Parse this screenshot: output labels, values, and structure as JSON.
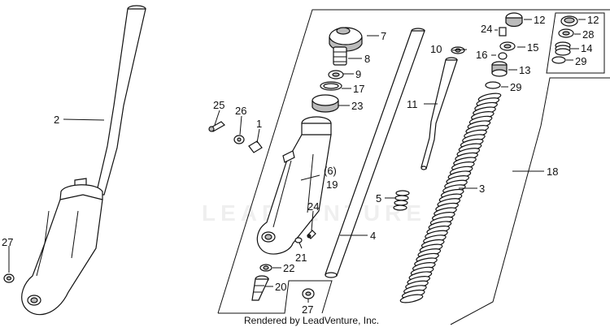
{
  "labels": {
    "l1": "1",
    "l2": "2",
    "l3": "3",
    "l4": "4",
    "l5": "5",
    "l6": "(6)",
    "l7": "7",
    "l8": "8",
    "l9": "9",
    "l10": "10",
    "l11": "11",
    "l12a": "12",
    "l12b": "12",
    "l13": "13",
    "l14": "14",
    "l15": "15",
    "l16": "16",
    "l17": "17",
    "l18": "18",
    "l19": "19",
    "l20": "20",
    "l21": "21",
    "l22": "22",
    "l23": "23",
    "l24a": "24",
    "l24b": "24",
    "l25": "25",
    "l26": "26",
    "l27a": "27",
    "l27b": "27",
    "l28": "28",
    "l29a": "29",
    "l29b": "29"
  },
  "watermark": "LEADVENTURE",
  "caption": "Rendered by LeadVenture, Inc."
}
